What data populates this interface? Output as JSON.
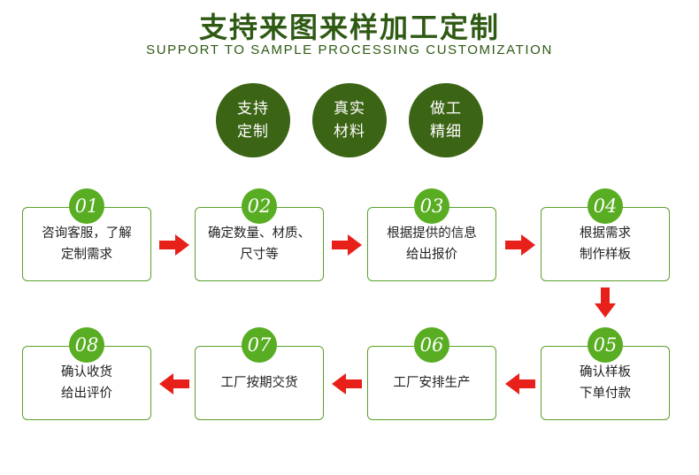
{
  "title": "支持来图来样加工定制",
  "subtitle": "SUPPORT TO SAMPLE PROCESSING CUSTOMIZATION",
  "features": [
    {
      "line1": "支持",
      "line2": "定制"
    },
    {
      "line1": "真实",
      "line2": "材料"
    },
    {
      "line1": "做工",
      "line2": "精细"
    }
  ],
  "steps": [
    {
      "num": "01",
      "line1": "咨询客服，了解",
      "line2": "定制需求"
    },
    {
      "num": "02",
      "line1": "确定数量、材质、",
      "line2": "尺寸等"
    },
    {
      "num": "03",
      "line1": "根据提供的信息",
      "line2": "给出报价"
    },
    {
      "num": "04",
      "line1": "根据需求",
      "line2": "制作样板"
    },
    {
      "num": "05",
      "line1": "确认样板",
      "line2": "下单付款"
    },
    {
      "num": "06",
      "line1": "工厂安排生产",
      "line2": ""
    },
    {
      "num": "07",
      "line1": "工厂按期交货",
      "line2": ""
    },
    {
      "num": "08",
      "line1": "确认收货",
      "line2": "给出评价"
    }
  ],
  "colors": {
    "circle": "#3c6415",
    "badge": "#58ad22",
    "arrow": "#e8201a",
    "border": "#5aa12a"
  }
}
